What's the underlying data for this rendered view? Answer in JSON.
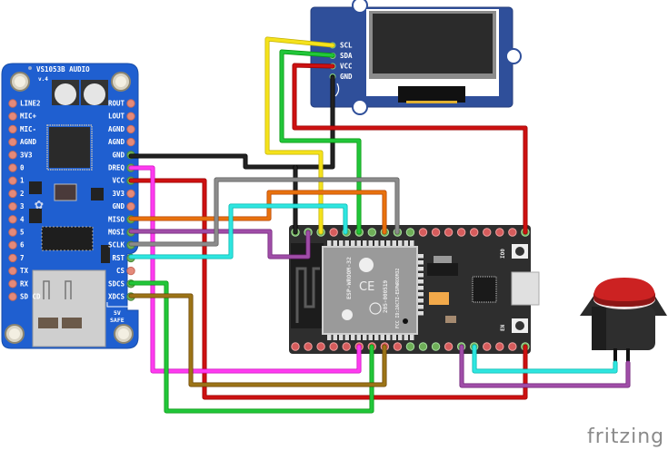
{
  "diagram": {
    "watermark": "fritzing",
    "vs1053": {
      "title": "VS1053B AUDIO",
      "version": "v.4",
      "left_pins": [
        "LINE2",
        "MIC+",
        "MIC-",
        "AGND",
        "3V3",
        "0",
        "1",
        "2",
        "3",
        "4",
        "5",
        "6",
        "7",
        "TX",
        "RX",
        "SD CD"
      ],
      "right_pins": [
        "ROUT",
        "LOUT",
        "AGND",
        "AGND",
        "GND",
        "DREQ",
        "VCC",
        "3V3",
        "GND",
        "MISO",
        "MOSI",
        "SCLK",
        "RST",
        "CS",
        "SDCS",
        "XDCS"
      ],
      "safe_label_1": "5V",
      "safe_label_2": "SAFE"
    },
    "oled": {
      "pins": [
        "SCL",
        "SDA",
        "VCC",
        "GND"
      ]
    },
    "esp32": {
      "module_text_1": "ESP-WROOM-32",
      "module_text_2": "205-000519",
      "module_text_3": "FCC ID:2AC7Z-ESPWROOM32",
      "button_io0": "IO0",
      "button_en": "EN"
    },
    "button": {
      "cap_color": "#cc2222"
    },
    "colors": {
      "black": "#222222",
      "red": "#cc1111",
      "yellow": "#f5e21c",
      "green": "#22c63a",
      "magenta": "#ff3cf0",
      "orange": "#e8720e",
      "gray": "#8c8c8c",
      "cyan": "#2fe6e0",
      "purple": "#a04ea8",
      "olive": "#9c7417",
      "board_blue": "#1f5fd0",
      "oled_blue": "#2f4f9a",
      "esp_board": "#2e2e2e"
    }
  }
}
